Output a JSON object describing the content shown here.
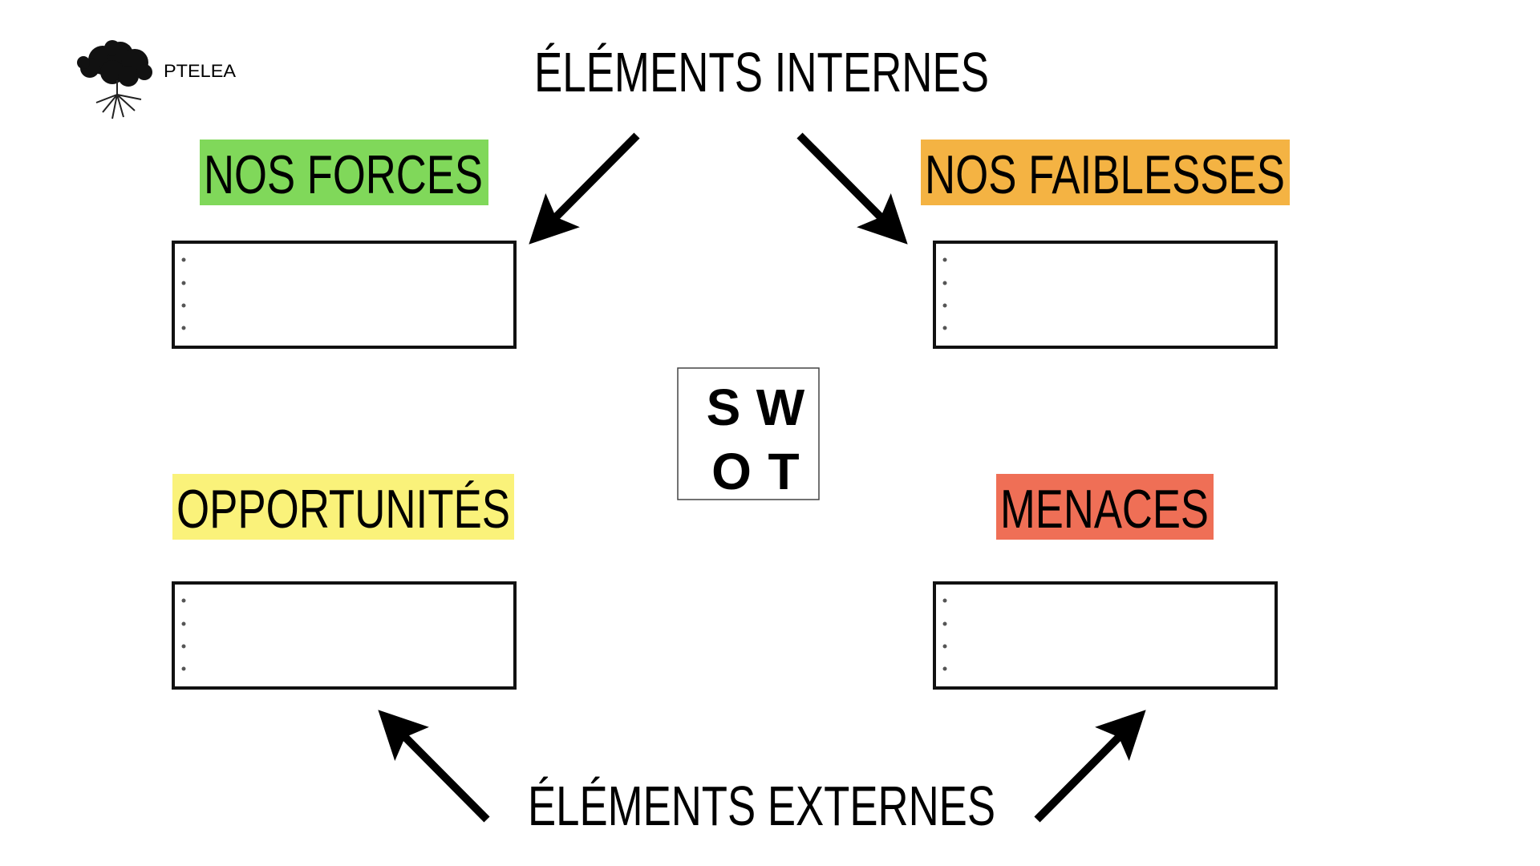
{
  "logo": {
    "name": "PTELEA",
    "icon": "tree-icon"
  },
  "titles": {
    "internal": "ÉLÉMENTS INTERNES",
    "external": "ÉLÉMENTS EXTERNES"
  },
  "quadrants": {
    "strengths": {
      "label": "NOS FORCES",
      "color": "#80d85a"
    },
    "weaknesses": {
      "label": "NOS FAIBLESSES",
      "color": "#f4b343"
    },
    "opportunities": {
      "label": "OPPORTUNITÉS",
      "color": "#faf27a"
    },
    "threats": {
      "label": "MENACES",
      "color": "#ef6f56"
    }
  },
  "swot": {
    "s": "S",
    "w": "W",
    "o": "O",
    "t": "T"
  }
}
